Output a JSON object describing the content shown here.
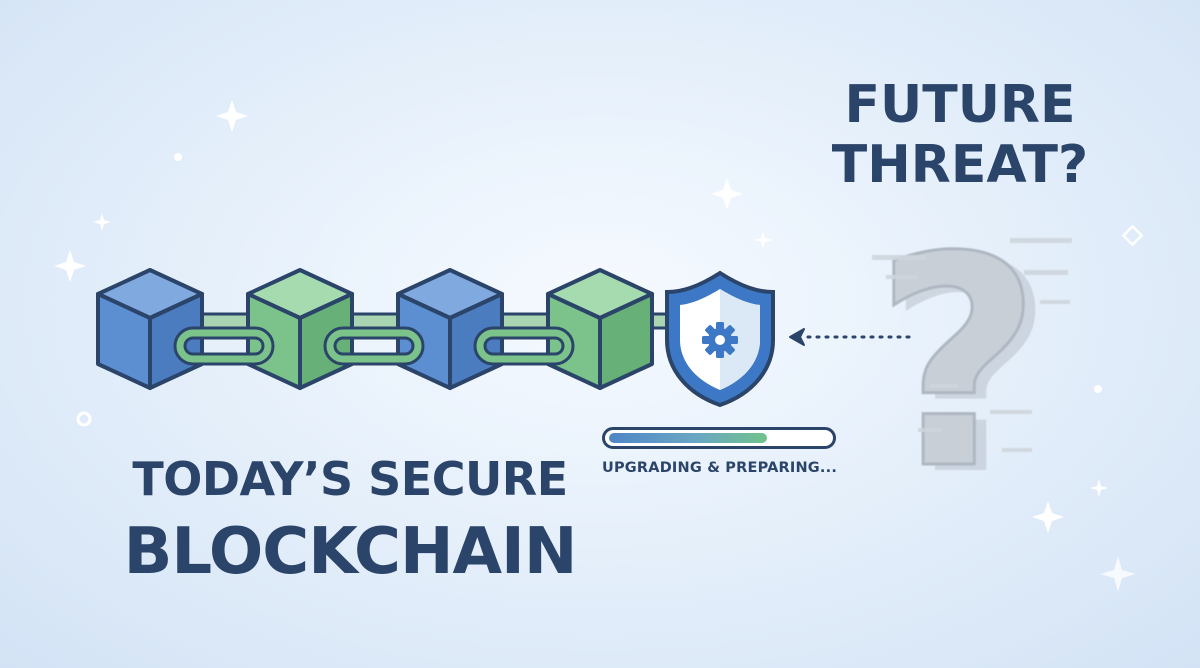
{
  "headline": {
    "line1": "TODAY’S SECURE",
    "line2": "BLOCKCHAIN"
  },
  "question": {
    "line1": "FUTURE",
    "line2": "THREAT?",
    "glyph": "?"
  },
  "progress": {
    "label": "UPGRADING & PREPARING...",
    "value_fraction": 0.72
  },
  "colors": {
    "blue_block": "#5b8fd1",
    "green_block": "#7cc38b",
    "outline": "#2b4469",
    "shield": "#3d78c6",
    "question_mark": "#c9cfd6"
  },
  "icons": {
    "chain": "blockchain-chain-icon",
    "shield": "shield-gear-icon",
    "question": "question-mark-icon"
  }
}
